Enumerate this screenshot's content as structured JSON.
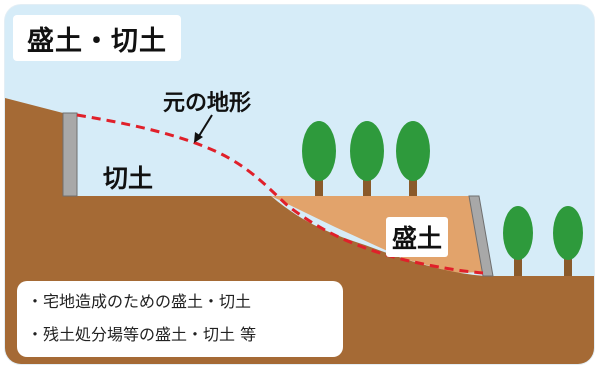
{
  "title": "盛土・切土",
  "labels": {
    "original_terrain": "元の地形",
    "cut": "切土",
    "fill": "盛土"
  },
  "notes": [
    "・宅地造成のための盛土・切土",
    "・残土処分場等の盛土・切土 等"
  ],
  "colors": {
    "sky": "#d6ecf8",
    "ground": "#a56a35",
    "fill_soil": "#e2a36b",
    "original_terrain_line": "#e0202a",
    "retaining_wall": "#a8a8a8",
    "tree_foliage": "#2e9a3c",
    "tree_trunk": "#8a5a2b"
  }
}
